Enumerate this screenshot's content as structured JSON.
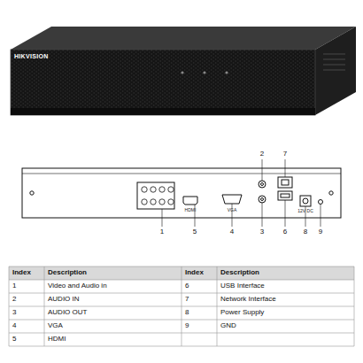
{
  "diagram": {
    "labels": [
      "HIKVISION",
      "HDMI",
      "VGA",
      "12V DC",
      "2",
      "7",
      "1",
      "5",
      "4",
      "3",
      "6",
      "8",
      "9",
      "Index",
      "Description",
      "Index",
      "Description",
      "1",
      "Video and Audio in",
      "6",
      "USB Interface",
      "2",
      "AUDIO IN",
      "7",
      "Network Interface",
      "3",
      "AUDIO OUT",
      "8",
      "Power Supply",
      "4",
      "VGA",
      "9",
      "GND",
      "5",
      "HDMI"
    ]
  }
}
